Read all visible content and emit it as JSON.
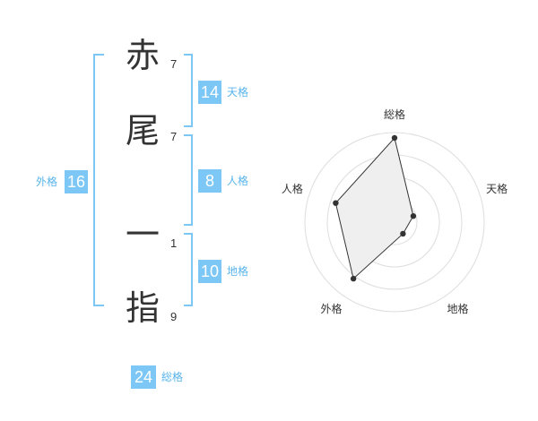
{
  "characters": [
    {
      "char": "赤",
      "strokes": "7"
    },
    {
      "char": "尾",
      "strokes": "7"
    },
    {
      "char": "一",
      "strokes": "1"
    },
    {
      "char": "指",
      "strokes": "9"
    }
  ],
  "scores": {
    "tenkaku": {
      "label": "天格",
      "value": "14"
    },
    "jinkaku": {
      "label": "人格",
      "value": "8"
    },
    "chikaku": {
      "label": "地格",
      "value": "10"
    },
    "gaikaku": {
      "label": "外格",
      "value": "16"
    },
    "soukaku": {
      "label": "総格",
      "value": "24"
    }
  },
  "colors": {
    "accent": "#7cc7f5",
    "label": "#59b4ec",
    "text": "#333333"
  },
  "chart_data": {
    "type": "radar",
    "axes": [
      "総格",
      "天格",
      "地格",
      "外格",
      "人格"
    ],
    "values": [
      0.94,
      0.22,
      0.16,
      0.78,
      0.69
    ],
    "rings": 4,
    "range": [
      0,
      1
    ]
  }
}
